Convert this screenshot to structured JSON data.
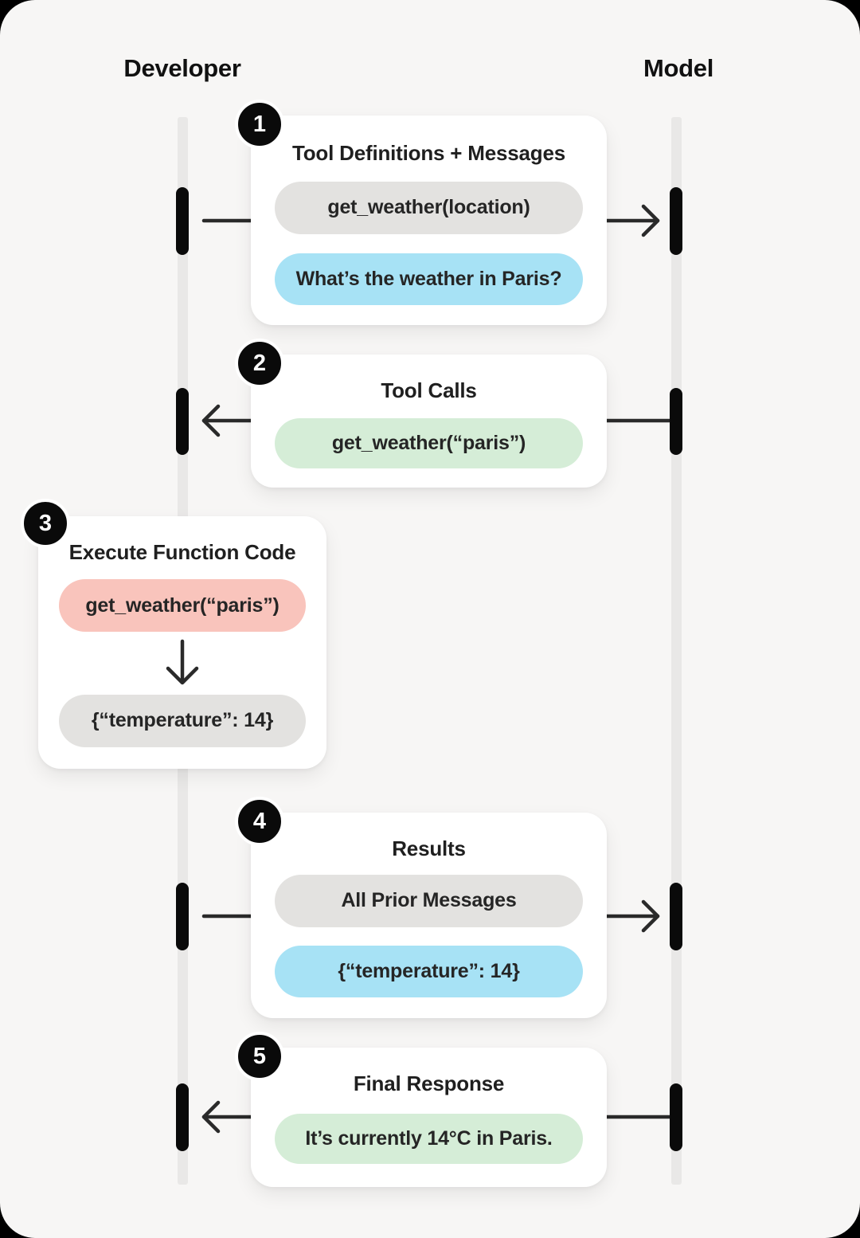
{
  "header": {
    "left_label": "Developer",
    "right_label": "Model"
  },
  "colors": {
    "page-bg": "#f7f6f5",
    "outside-bg": "#000000",
    "card-bg": "#ffffff",
    "lifeline": "#e9e8e7",
    "activation": "#0a0a0a",
    "arrow": "#2a2a2a",
    "text": "#1f1f1f",
    "pill-gray": "#e3e2e0",
    "pill-blue": "#a7e2f5",
    "pill-green": "#d5edd7",
    "pill-red": "#f9c4bc",
    "badge-bg": "#0a0a0a",
    "badge-text": "#ffffff"
  },
  "steps": [
    {
      "number": "1",
      "title": "Tool Definitions + Messages",
      "direction": "developer-to-model",
      "pills": [
        {
          "color": "gray",
          "text": "get_weather(location)"
        },
        {
          "color": "blue",
          "text": "What’s the weather in Paris?"
        }
      ]
    },
    {
      "number": "2",
      "title": "Tool Calls",
      "direction": "model-to-developer",
      "pills": [
        {
          "color": "green",
          "text": "get_weather(“paris”)"
        }
      ]
    },
    {
      "number": "3",
      "title": "Execute Function Code",
      "direction": "developer-internal",
      "pills": [
        {
          "color": "red",
          "text": "get_weather(“paris”)"
        },
        {
          "color": "gray",
          "text": "{“temperature”: 14}"
        }
      ]
    },
    {
      "number": "4",
      "title": "Results",
      "direction": "developer-to-model",
      "pills": [
        {
          "color": "gray",
          "text": "All Prior Messages"
        },
        {
          "color": "blue",
          "text": "{“temperature”: 14}"
        }
      ]
    },
    {
      "number": "5",
      "title": "Final Response",
      "direction": "model-to-developer",
      "pills": [
        {
          "color": "green",
          "text": "It’s currently 14°C in Paris."
        }
      ]
    }
  ]
}
